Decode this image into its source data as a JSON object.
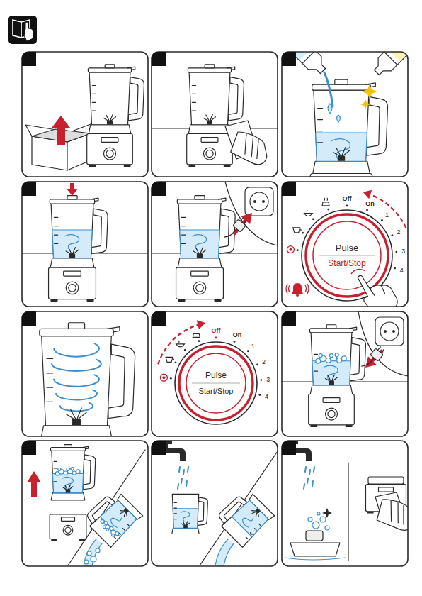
{
  "diagram": {
    "labels": [
      "Off",
      "On",
      "1",
      "2",
      "3",
      "4",
      "Pulse",
      "Start/Stop",
      "Off",
      "On",
      "1",
      "2",
      "3",
      "4",
      "Pulse",
      "Start/Stop"
    ]
  }
}
